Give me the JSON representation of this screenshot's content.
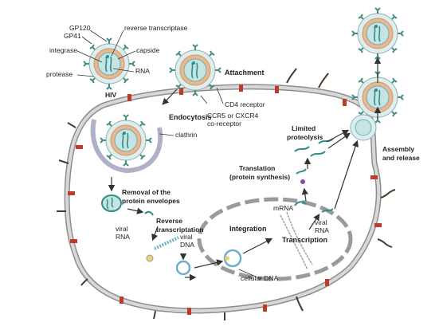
{
  "virion": {
    "gp120": "GP120",
    "gp41": "GP41",
    "reverse_transcriptase": "reverse transcriptase",
    "integrase": "integrase",
    "capside": "capside",
    "protease": "protease",
    "rna": "RNA",
    "hiv": "HIV"
  },
  "steps": {
    "attachment": "Attachment",
    "cd4": "CD4 receptor",
    "coreceptor_line1": "CCR5 or CXCR4",
    "coreceptor_line2": "co-receptor",
    "endocytosis": "Endocytosis",
    "clathrin": "clathrin",
    "removal_line1": "Removal of the",
    "removal_line2": "protein envelopes",
    "viral_rna_line1": "viral",
    "viral_rna_line2": "RNA",
    "rt_line1": "Reverse",
    "rt_line2": "transcriptation",
    "viral_dna_line1": "viral",
    "viral_dna_line2": "DNA",
    "integration": "Integration",
    "cellular_dna": "cellular DNA",
    "mrna": "mRNA",
    "viral_rna2_line1": "viral",
    "viral_rna2_line2": "RNA",
    "transcription": "Transcription",
    "translation_line1": "Translation",
    "translation_line2": "(protein synthesis)",
    "limited_line1": "Limited",
    "limited_line2": "proteolysis",
    "assembly_line1": "Assembly",
    "assembly_line2": "and release"
  },
  "colors": {
    "membrane": "#c9c9c9",
    "membrane_edge": "#8e8e8e",
    "receptor": "#c0392b",
    "coreceptor": "#4a3a2a",
    "spike": "#3f8f82",
    "envelope": "#e8b890",
    "capsid": "#c7e4e4",
    "rna": "#2f8f86",
    "nucleus": "#9a9a9a",
    "arrow": "#333333"
  }
}
